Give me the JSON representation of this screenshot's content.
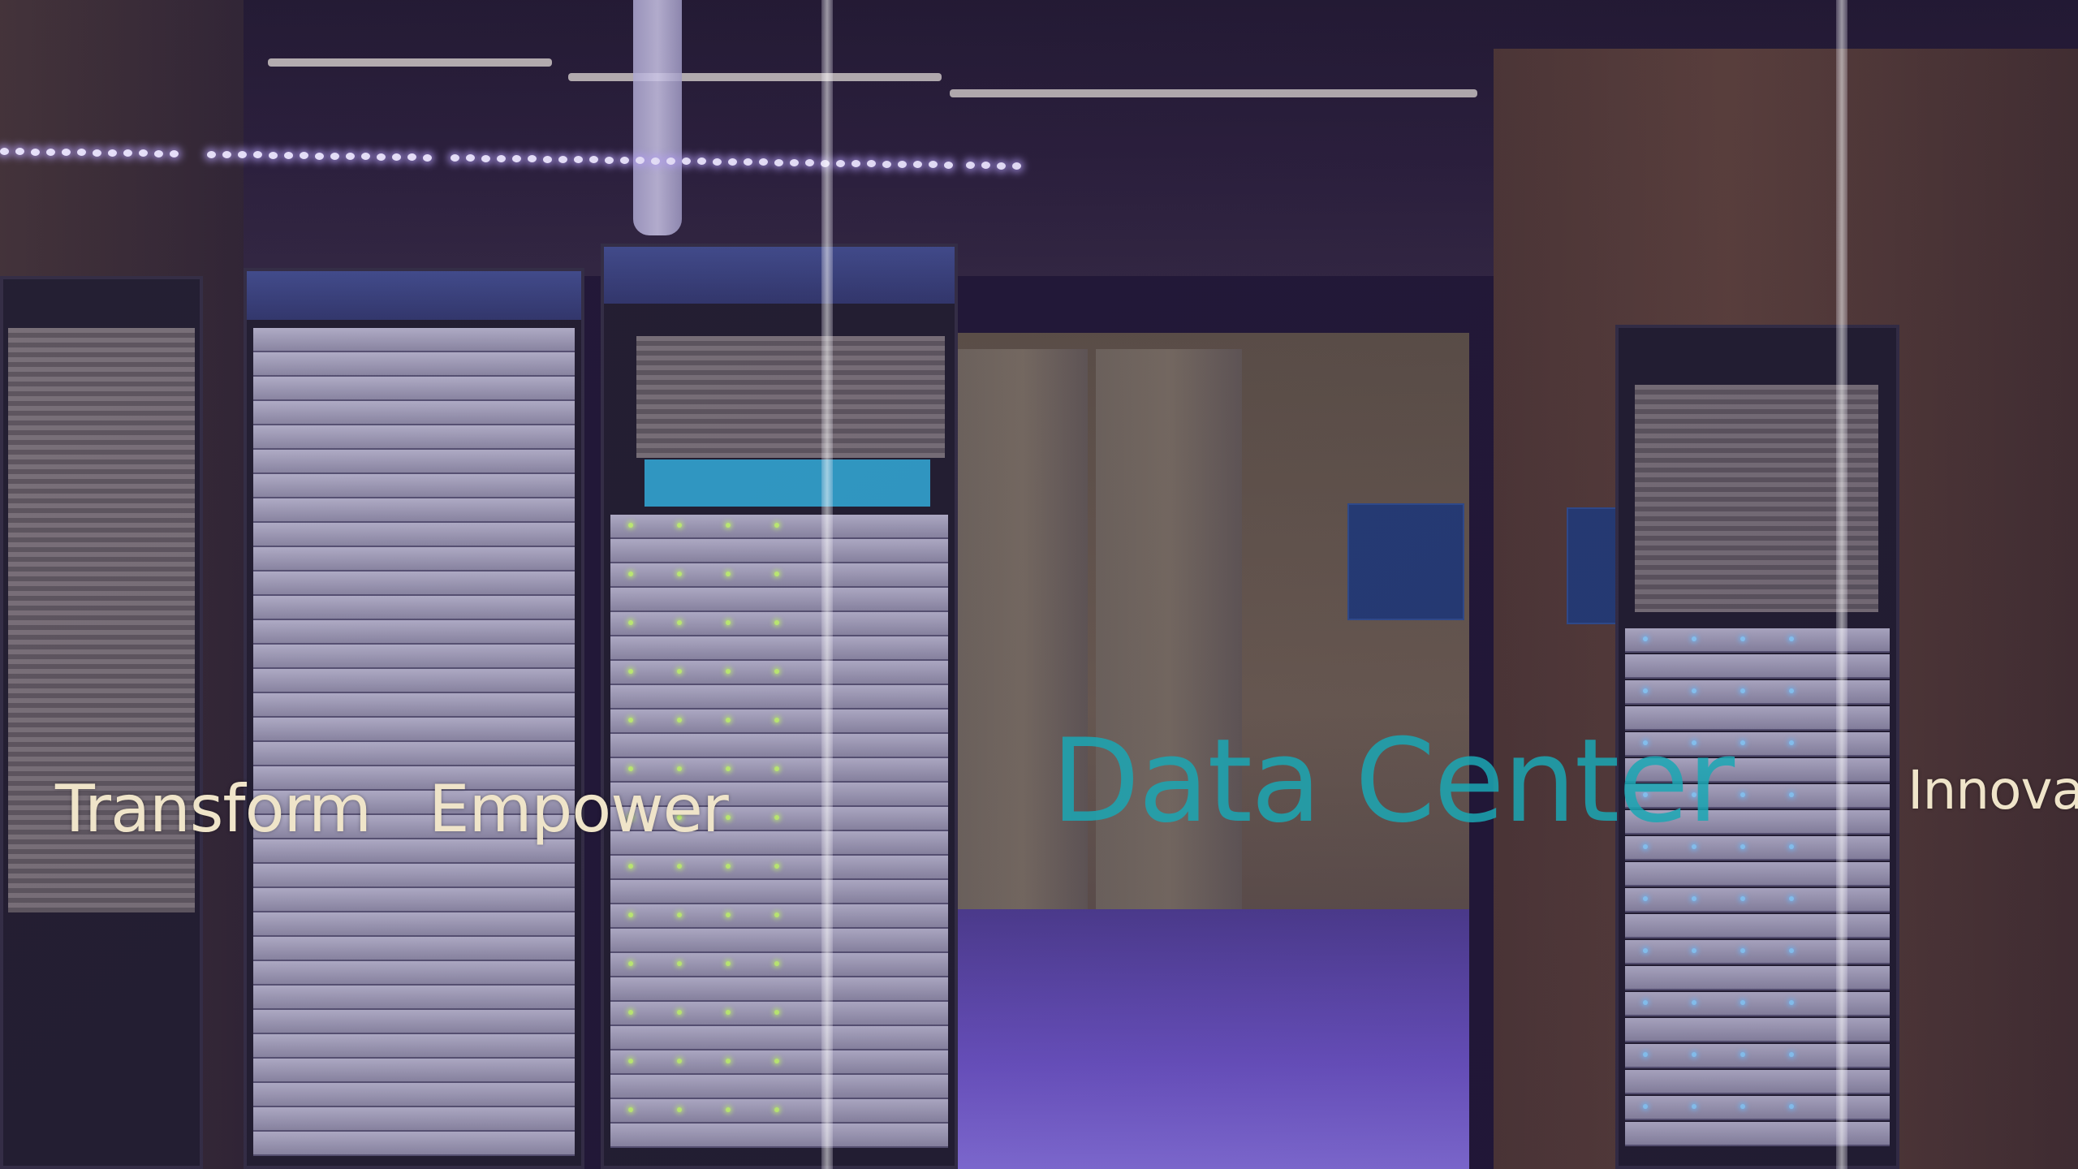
{
  "scene": {
    "decals": {
      "transform": "Transform",
      "empower": "Empower",
      "data_center": "Data Center",
      "innovate": "Innovat"
    },
    "colors": {
      "decal_text": "#efe4c9",
      "decal_accent": "#1ba7b4",
      "led_strip": "#f4f0ff",
      "rack_panel_blue": "#2aa3c6"
    }
  }
}
